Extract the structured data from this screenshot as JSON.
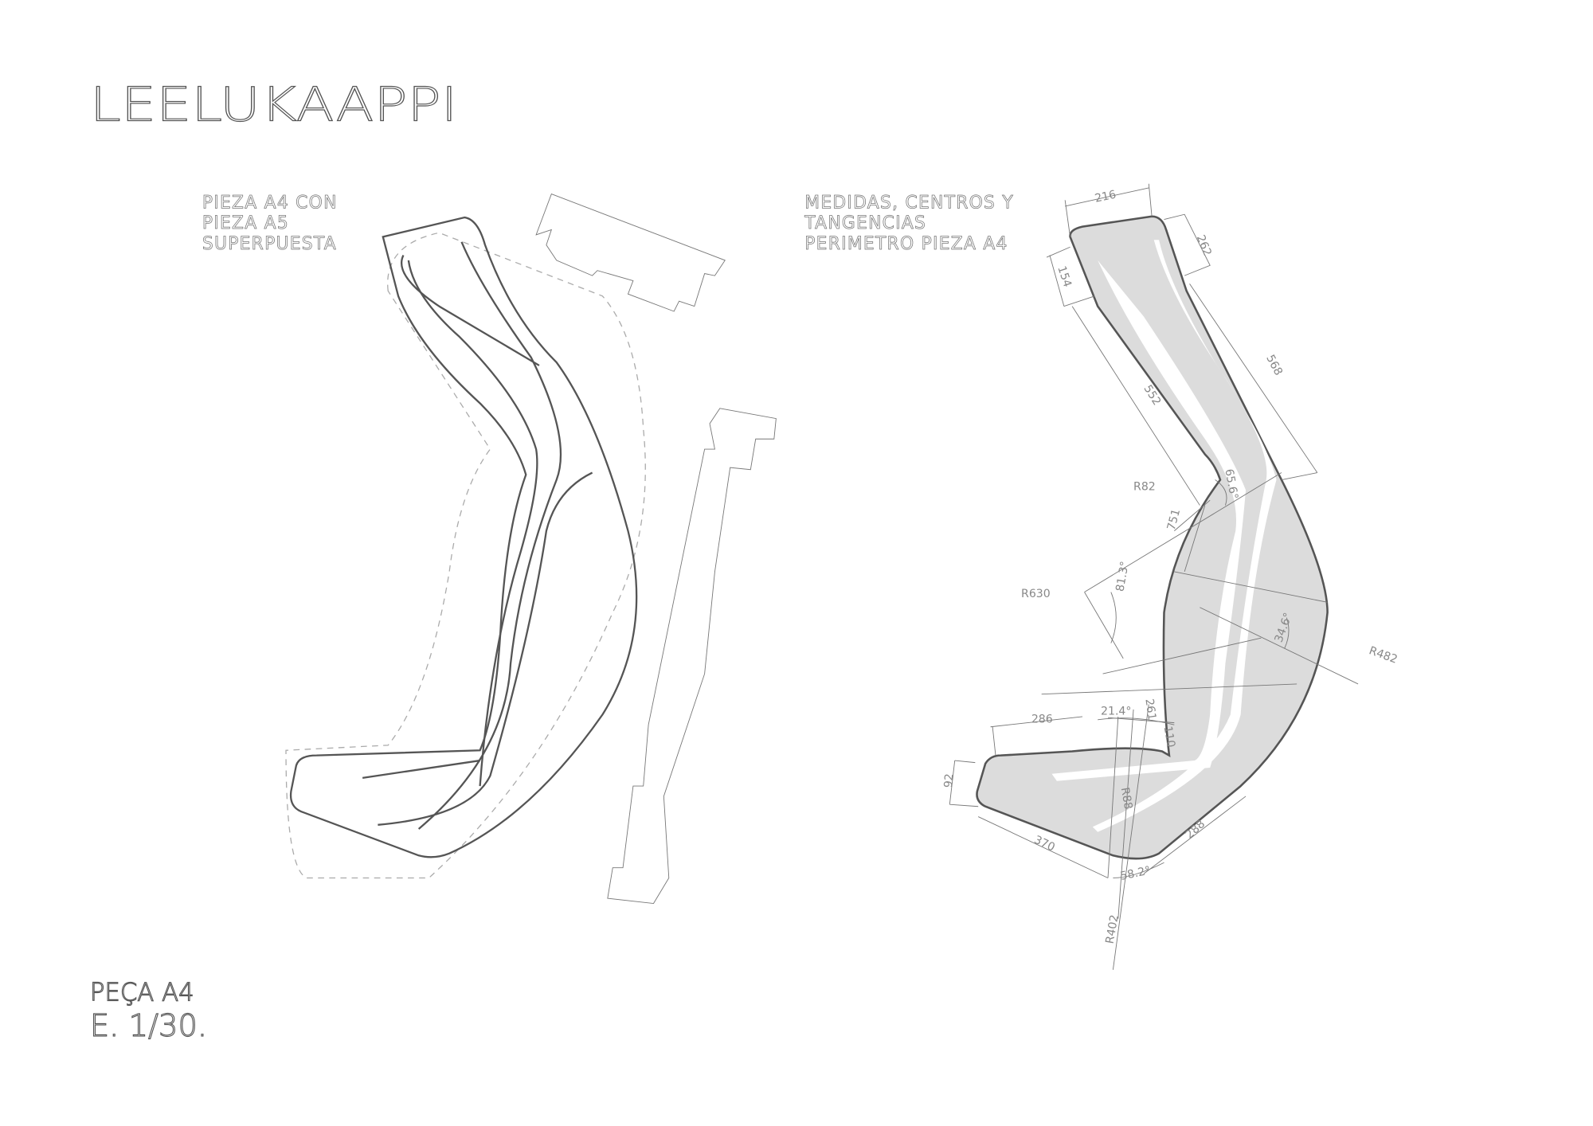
{
  "title": "LEELUKAAPPI",
  "left_caption": [
    "PIEZA A4 CON",
    "PIEZA A5",
    "SUPERPUESTA"
  ],
  "right_caption": [
    "MEDIDAS, CENTROS Y",
    "TANGENCIAS",
    "PERIMETRO PIEZA A4"
  ],
  "footer": {
    "piece": "PEÇA A4",
    "scale": "E. 1/30."
  },
  "dimensions": {
    "d216": "216",
    "d262": "262",
    "d154": "154",
    "d568": "568",
    "d552": "552",
    "r82": "R82",
    "a656": "65.6°",
    "d751": "751",
    "r630": "R630",
    "a813": "81.3°",
    "a346": "34.6°",
    "r482": "R482",
    "d286": "286",
    "a214": "21.4°",
    "d261": "261",
    "d110": "110",
    "d92": "92",
    "r88": "R88",
    "d370": "370",
    "d288": "288",
    "a582": "58.2°",
    "r402": "R402"
  },
  "colors": {
    "fill": "#dcdcdc",
    "stroke": "#555555",
    "dim": "#888888"
  }
}
